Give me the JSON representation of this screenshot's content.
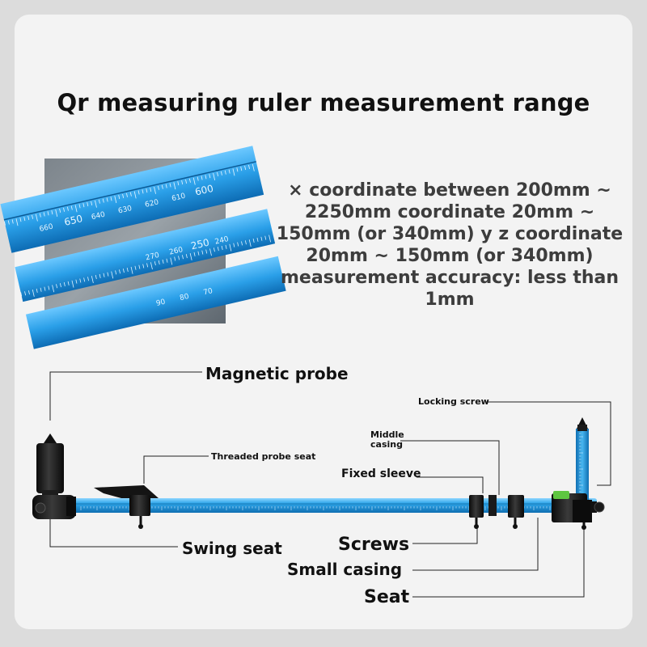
{
  "title": "Qr measuring ruler measurement range",
  "photo": {
    "ruler_numbers_top": [
      "660",
      "650",
      "640",
      "630",
      "620",
      "610",
      "600"
    ],
    "ruler_numbers_middle": [
      "270",
      "260",
      "250",
      "240"
    ],
    "ruler_numbers_bottom": [
      "90",
      "80",
      "70"
    ]
  },
  "description": "× coordinate between 200mm ~ 2250mm coordinate 20mm ~ 150mm (or 340mm) y z coordinate 20mm ~ 150mm (or 340mm) measurement accuracy: less than 1mm",
  "labels": {
    "magnetic_probe": "Magnetic probe",
    "locking_screw": "Locking screw",
    "middle_casing_line1": "Middle",
    "middle_casing_line2": "casing",
    "threaded_probe_seat": "Threaded probe seat",
    "fixed_sleeve": "Fixed sleeve",
    "swing_seat": "Swing seat",
    "screws": "Screws",
    "small_casing": "Small casing",
    "seat": "Seat"
  },
  "colors": {
    "ruler_blue": "#29a4e6",
    "ruler_dark": "#0e6fb0",
    "probe_black": "#151515",
    "level_green": "#5ec641"
  }
}
